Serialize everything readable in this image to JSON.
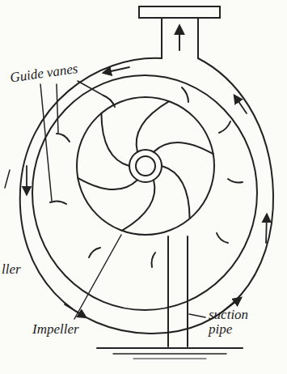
{
  "diagram": {
    "labels": [
      "Guide vanes",
      "ller",
      "Impeller",
      "suction pipe"
    ]
  }
}
